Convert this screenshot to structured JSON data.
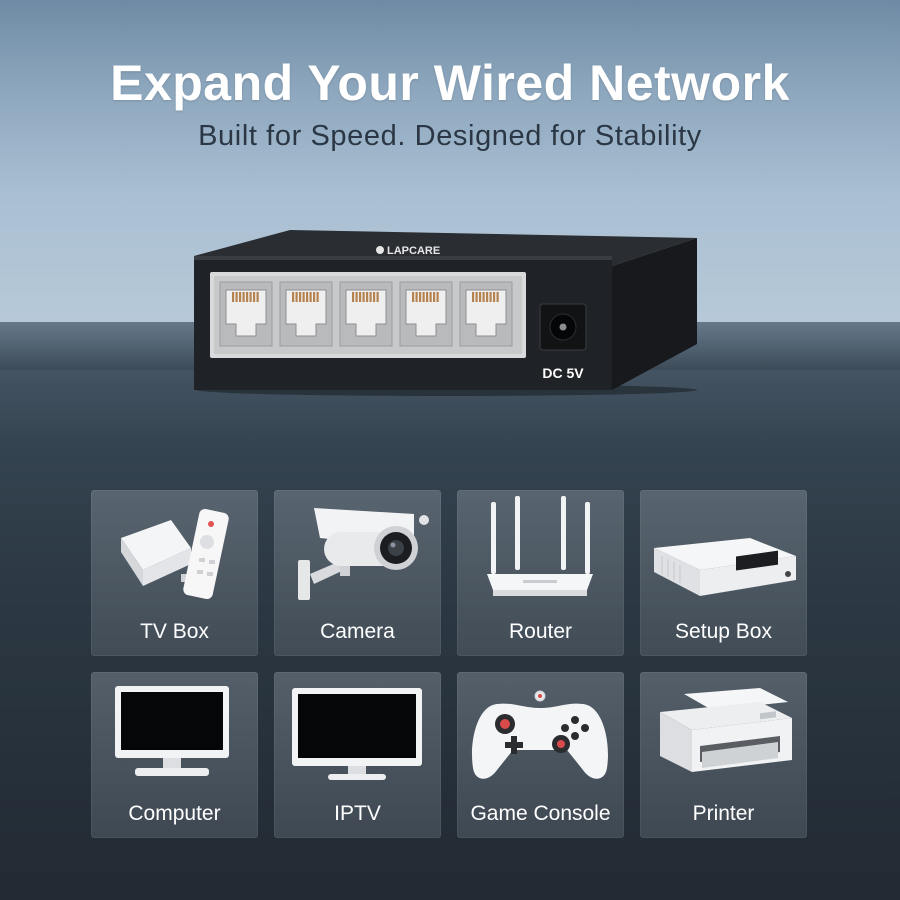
{
  "header": {
    "title": "Expand Your Wired Network",
    "subtitle": "Built for Speed. Designed for Stability"
  },
  "product": {
    "brand": "LAPCARE",
    "power_label": "DC 5V",
    "port_count": 5,
    "body_color": "#1e2124",
    "port_panel_color": "#d9dadb"
  },
  "devices": [
    {
      "label": "TV Box",
      "icon": "tv-box-icon"
    },
    {
      "label": "Camera",
      "icon": "cctv-camera-icon"
    },
    {
      "label": "Router",
      "icon": "router-icon"
    },
    {
      "label": "Setup Box",
      "icon": "setup-box-icon"
    },
    {
      "label": "Computer",
      "icon": "computer-monitor-icon"
    },
    {
      "label": "IPTV",
      "icon": "iptv-icon"
    },
    {
      "label": "Game Console",
      "icon": "game-controller-icon"
    },
    {
      "label": "Printer",
      "icon": "printer-icon"
    }
  ]
}
